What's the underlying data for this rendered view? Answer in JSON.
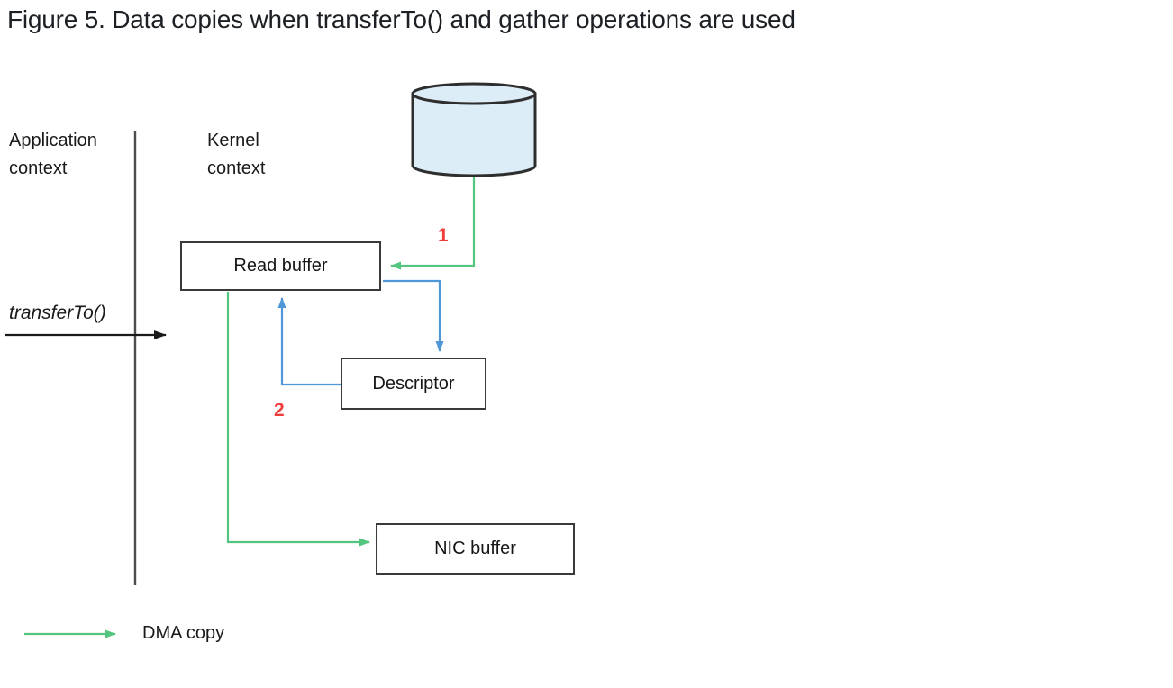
{
  "title": "Figure 5. Data copies when transferTo() and gather operations are used",
  "contexts": {
    "application": "Application\ncontext",
    "kernel": "Kernel\ncontext"
  },
  "nodes": {
    "read_buffer": "Read buffer",
    "descriptor": "Descriptor",
    "nic_buffer": "NIC buffer"
  },
  "annotations": {
    "method_call": "transferTo()",
    "step_1": "1",
    "step_2": "2"
  },
  "legend": {
    "dma_copy": "DMA copy"
  },
  "colors": {
    "dma_arrow_green": "#53c57f",
    "cpu_copy_blue": "#4f97d7",
    "step_red": "#ef3e3e",
    "cylinder_fill": "#ddedf8",
    "line_dark": "#2e2e2e"
  }
}
